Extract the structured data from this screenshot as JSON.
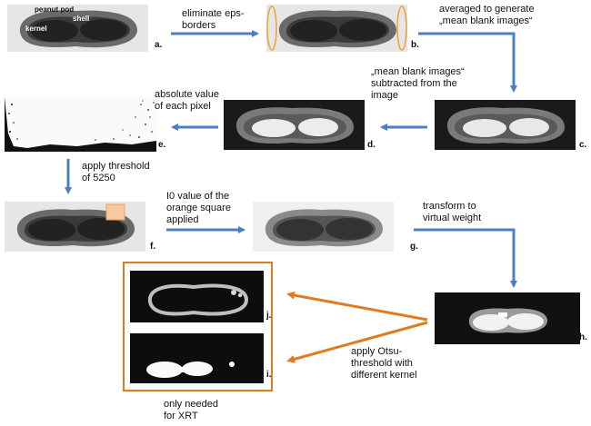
{
  "colors": {
    "arrow_blue": "#4a7fc1",
    "arrow_orange": "#e07b22",
    "box_orange": "#e07b22"
  },
  "panel_a": {
    "label": "a.",
    "pod_label": "peanut pod",
    "shell_label": "shell",
    "kernel_label": "kernel"
  },
  "panel_b": {
    "label": "b."
  },
  "panel_c": {
    "label": "c."
  },
  "panel_d": {
    "label": "d."
  },
  "panel_e": {
    "label": "e."
  },
  "panel_f": {
    "label": "f."
  },
  "panel_g": {
    "label": "g."
  },
  "panel_h": {
    "label": "h."
  },
  "panel_i": {
    "label": "i."
  },
  "panel_j": {
    "label": "j."
  },
  "steps": {
    "eliminate": "eliminate eps-\nborders",
    "averaged": "averaged  to generate\n„mean blank images“",
    "subtracted": "„mean blank images“\nsubtracted from the\nimage",
    "absolute": "absolute value\nof each pixel",
    "threshold": "apply threshold\nof 5250",
    "i0_value": "I0 value of the\norange square\napplied",
    "transform": "transform to\nvirtual weight",
    "otsu": "apply Otsu-\nthreshold with\ndifferent kernel",
    "xrt_note": "only needed\nfor XRT"
  }
}
